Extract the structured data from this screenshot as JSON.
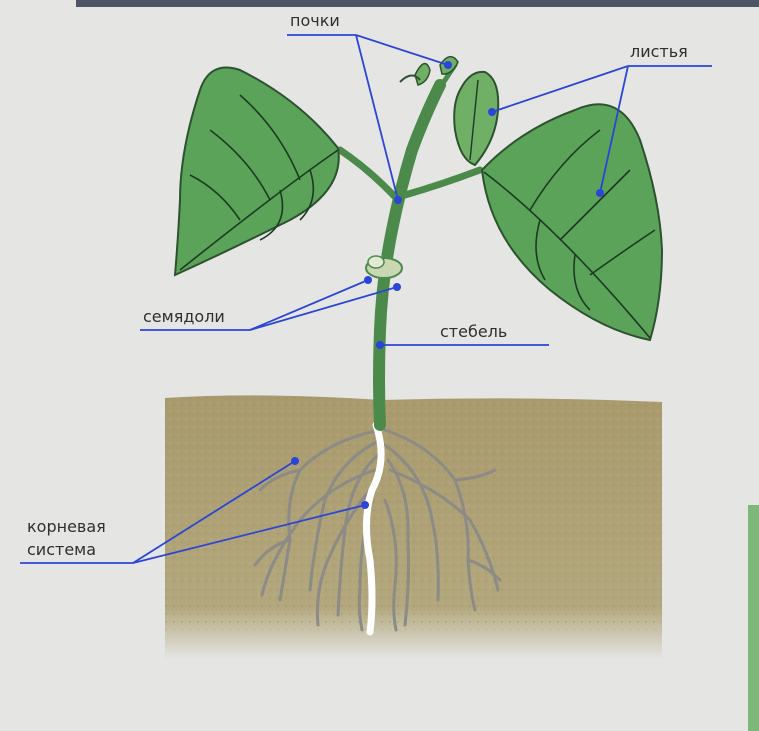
{
  "labels": {
    "buds": "почки",
    "leaves": "листья",
    "cotyledons": "семядоли",
    "stem": "стебель",
    "root_line1": "корневая",
    "root_line2": "система"
  },
  "colors": {
    "background": "#e5e6e4",
    "leader_line": "#2b45d6",
    "leaf": "#5aa358",
    "leaf_vein": "#1e3a24",
    "stem": "#4b8a4a",
    "soil": "#a89a6c",
    "root": "#8c8b85",
    "taproot": "#ffffff",
    "top_bar": "#4f5566",
    "right_bar": "#7fb67a"
  }
}
